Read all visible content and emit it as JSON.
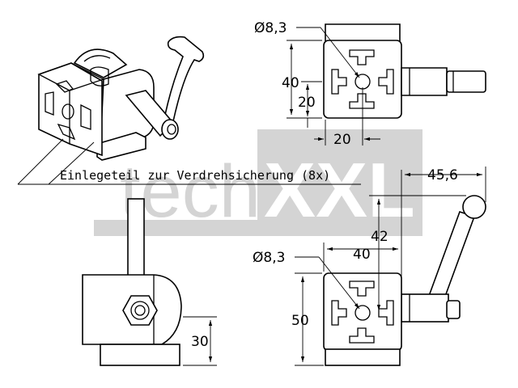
{
  "watermark": {
    "text_light": "tech",
    "text_bold": "XXL",
    "color": "#d4d4d4"
  },
  "callout": {
    "text": "Einlegeteil zur Verdrehsicherung (8x)"
  },
  "top_right_view": {
    "bore_label": "Ø8,3",
    "dim_height": "40",
    "dim_half_height": "20",
    "dim_half_width": "20"
  },
  "bottom_right_view": {
    "bore_label": "Ø8,3",
    "dim_width": "40",
    "dim_height": "50",
    "dim_lever_height": "42",
    "dim_lever_reach": "45,6"
  },
  "bottom_left_view": {
    "dim_base_height": "30"
  },
  "colors": {
    "line": "#000000",
    "watermark": "#d4d4d4",
    "background": "#ffffff"
  }
}
